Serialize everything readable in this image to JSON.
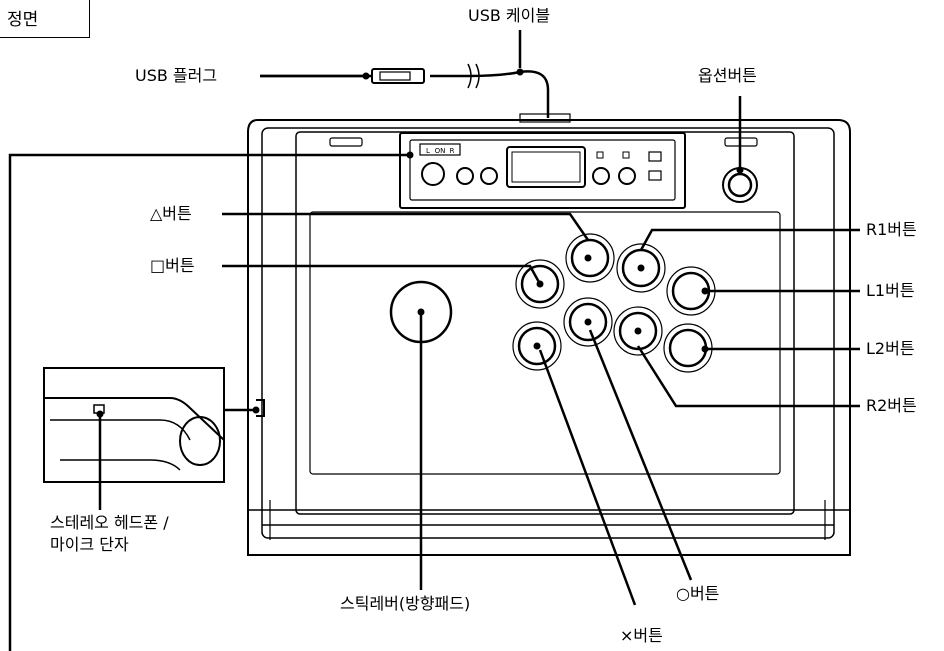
{
  "title": "정면",
  "labels": {
    "usb_cable": "USB 케이블",
    "usb_plug": "USB 플러그",
    "option_button": "옵션버튼",
    "triangle_button": "△버튼",
    "square_button": "□버튼",
    "r1_button": "R1버튼",
    "l1_button": "L1버튼",
    "l2_button": "L2버튼",
    "r2_button": "R2버튼",
    "headset_jack_line1": "스테레오 헤드폰 /",
    "headset_jack_line2": "마이크 단자",
    "stick_lever": "스틱레버(방향패드)",
    "circle_button": "○버튼",
    "cross_button": "×버튼"
  },
  "panel_labels": [
    "L",
    "ON",
    "R"
  ]
}
